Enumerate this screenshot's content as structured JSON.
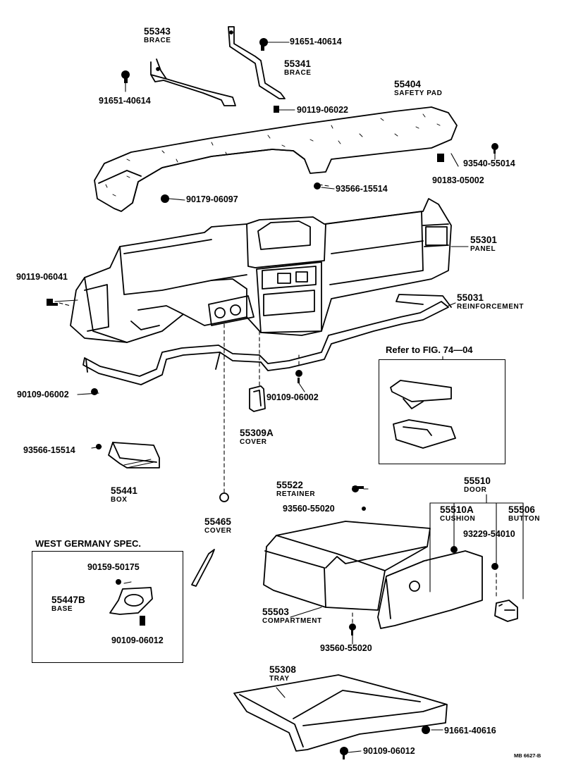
{
  "callouts": {
    "c55343": {
      "pn": "55343",
      "name": "BRACE"
    },
    "c55341": {
      "pn": "55341",
      "name": "BRACE"
    },
    "c55404": {
      "pn": "55404",
      "name": "SAFETY PAD"
    },
    "c55301": {
      "pn": "55301",
      "name": "PANEL"
    },
    "c55031": {
      "pn": "55031",
      "name": "REINFORCEMENT"
    },
    "c55309A": {
      "pn": "55309A",
      "name": "COVER"
    },
    "c55441": {
      "pn": "55441",
      "name": "BOX"
    },
    "c55465": {
      "pn": "55465",
      "name": "COVER"
    },
    "c55522": {
      "pn": "55522",
      "name": "RETAINER"
    },
    "c55510": {
      "pn": "55510",
      "name": "DOOR"
    },
    "c55510A": {
      "pn": "55510A",
      "name": "CUSHION"
    },
    "c55506": {
      "pn": "55506",
      "name": "BUTTON"
    },
    "c55447B": {
      "pn": "55447B",
      "name": "BASE"
    },
    "c55503": {
      "pn": "55503",
      "name": "COMPARTMENT"
    },
    "c55308": {
      "pn": "55308",
      "name": "TRAY"
    }
  },
  "fasteners": {
    "f1": "91651-40614",
    "f2": "91651-40614",
    "f3": "90119-06022",
    "f4": "93540-55014",
    "f5": "90183-05002",
    "f6": "93566-15514",
    "f7": "90179-06097",
    "f8": "90119-06041",
    "f9": "90109-06002",
    "f10": "90109-06002",
    "f11": "93566-15514",
    "f12": "93560-55020",
    "f13": "93229-54010",
    "f14": "90159-50175",
    "f15": "90109-06012",
    "f16": "93560-55020",
    "f17": "91661-40616",
    "f18": "90109-06012"
  },
  "refer_box": {
    "title": "Refer to FIG. 74—04"
  },
  "germany_box": {
    "title": "WEST GERMANY SPEC."
  },
  "drawing_code": "MB 6627-B"
}
